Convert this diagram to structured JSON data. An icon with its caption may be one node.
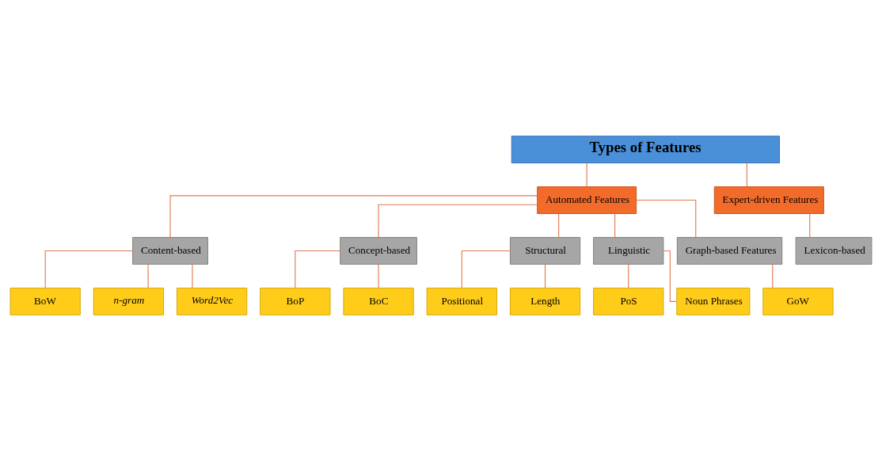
{
  "diagram": {
    "nodes": [
      {
        "text": [
          "Types of Features"
        ]
      },
      {
        "text": [
          "Automated Features"
        ]
      },
      {
        "text": [
          "Expert-driven Features"
        ]
      },
      {
        "text": [
          "Content-based"
        ]
      },
      {
        "text": [
          "Concept-based"
        ]
      },
      {
        "text": [
          "Structural"
        ]
      },
      {
        "text": [
          "Linguistic"
        ]
      },
      {
        "text": [
          "Graph-based Features"
        ]
      },
      {
        "text": [
          "Lexicon-based"
        ]
      },
      {
        "text": [
          "BoW"
        ]
      },
      {
        "text": [
          "n-gram"
        ]
      },
      {
        "text": [
          "Word2Vec"
        ]
      },
      {
        "text": [
          "BoP"
        ]
      },
      {
        "text": [
          "BoC"
        ]
      },
      {
        "text": [
          "Positional"
        ]
      },
      {
        "text": [
          "Length"
        ]
      },
      {
        "text": [
          "PoS"
        ]
      },
      {
        "text": [
          "Noun Phrases"
        ]
      },
      {
        "text": [
          "GoW"
        ]
      }
    ],
    "edges": [
      {
        "from": 0,
        "to": 1,
        "arrow": "none"
      },
      {
        "from": 0,
        "to": 2,
        "arrow": "none"
      },
      {
        "from": 1,
        "to": 3,
        "arrow": "none"
      },
      {
        "from": 1,
        "to": 4,
        "arrow": "none"
      },
      {
        "from": 1,
        "to": 5,
        "arrow": "none"
      },
      {
        "from": 1,
        "to": 6,
        "arrow": "none"
      },
      {
        "from": 1,
        "to": 7,
        "arrow": "none"
      },
      {
        "from": 2,
        "to": 8,
        "arrow": "none"
      },
      {
        "from": 3,
        "to": 9,
        "arrow": "none"
      },
      {
        "from": 3,
        "to": 10,
        "arrow": "none"
      },
      {
        "from": 3,
        "to": 11,
        "arrow": "none"
      },
      {
        "from": 4,
        "to": 12,
        "arrow": "none"
      },
      {
        "from": 4,
        "to": 13,
        "arrow": "none"
      },
      {
        "from": 5,
        "to": 14,
        "arrow": "none"
      },
      {
        "from": 5,
        "to": 15,
        "arrow": "none"
      },
      {
        "from": 6,
        "to": 16,
        "arrow": "none"
      },
      {
        "from": 6,
        "to": 17,
        "arrow": "none"
      },
      {
        "from": 7,
        "to": 18,
        "arrow": "none"
      }
    ]
  }
}
